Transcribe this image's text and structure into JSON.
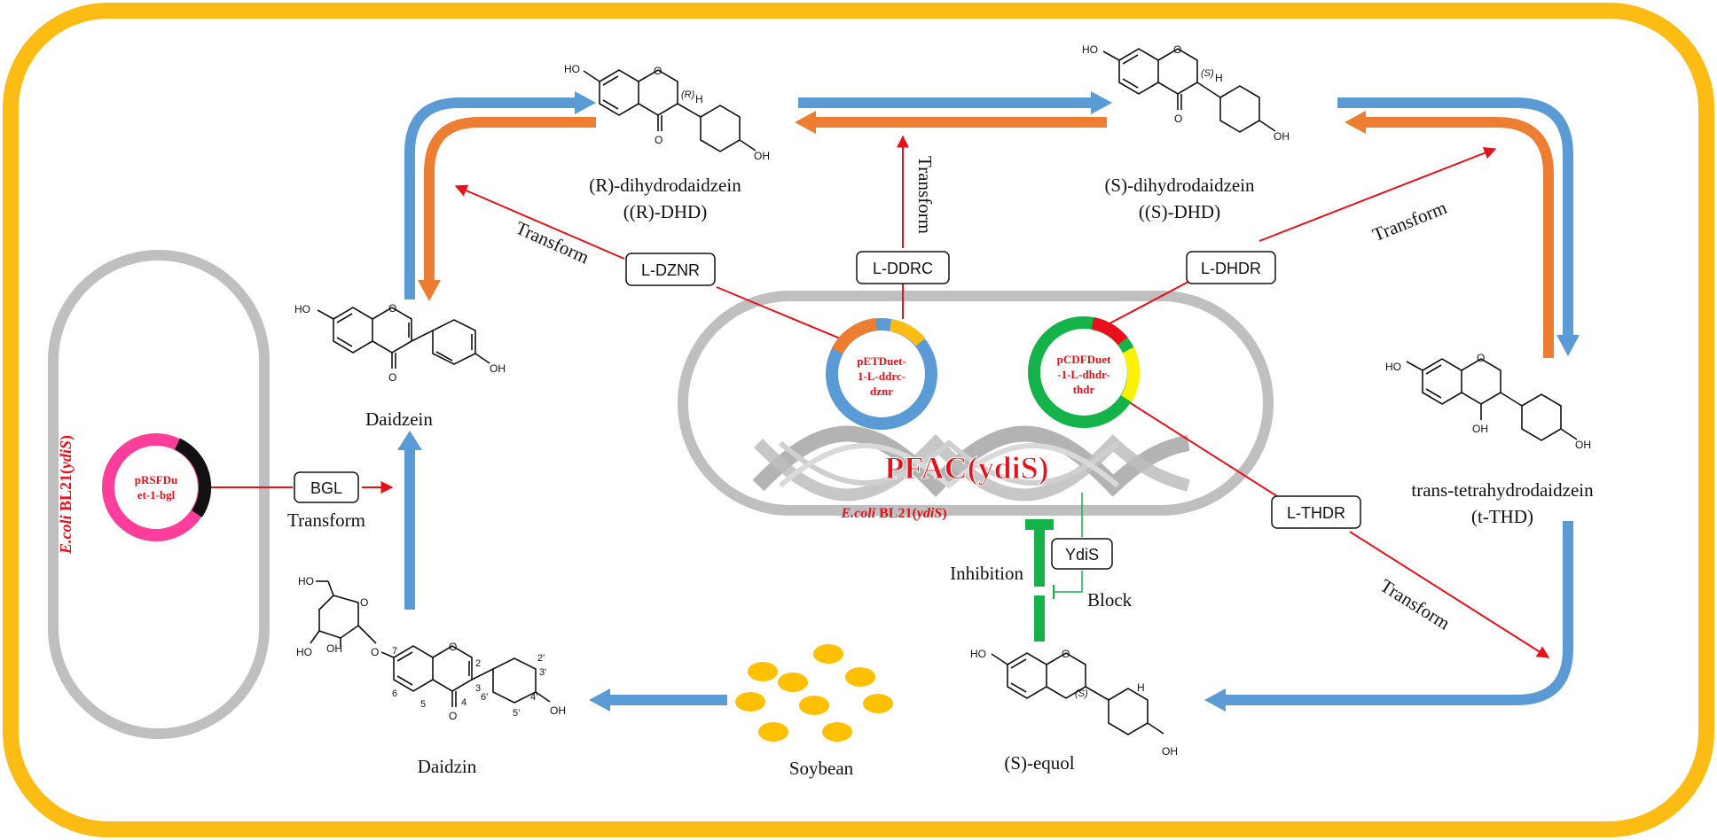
{
  "colors": {
    "cell_border": "#fcbc14",
    "flow_blue": "#5b9bd5",
    "flow_orange": "#ed7d31",
    "transform_red": "#e8101a",
    "inhibition_green": "#13b34a",
    "membrane_grey": "#bfbfbf",
    "soybean": "#ffc000",
    "plasmid_pink": "#ff3d9a"
  },
  "compounds": {
    "daidzin": {
      "name": "Daidzin"
    },
    "daidzein": {
      "name": "Daidzein"
    },
    "r_dhd": {
      "name": "(R)-dihydrodaidzein",
      "abbr": "((R)-DHD)"
    },
    "s_dhd": {
      "name": "(S)-dihydrodaidzein",
      "abbr": "((S)-DHD)"
    },
    "t_thd": {
      "name": "trans-tetrahydrodaidzein",
      "abbr": "(t-THD)"
    },
    "s_equol": {
      "name": "(S)-equol"
    },
    "soybean": {
      "name": "Soybean"
    }
  },
  "enzymes": {
    "bgl": "BGL",
    "dznr": "L-DZNR",
    "ddrc": "L-DDRC",
    "dhdr": "L-DHDR",
    "thdr": "L-THDR",
    "ydis": "YdiS"
  },
  "actions": {
    "transform": "Transform",
    "inhibition": "Inhibition",
    "block": "Block"
  },
  "plasmids": {
    "bgl": {
      "line1": "pRSFDu",
      "line2": "et-1-bgl"
    },
    "dznr": {
      "line1": "pETDuet-",
      "line2": "1-L-ddrc-",
      "line3": "dznr"
    },
    "dhdr": {
      "line1": "pCDFDuet",
      "line2": "-1-L-dhdr-",
      "line3": "thdr"
    }
  },
  "strains": {
    "left": "E.coli BL21(ydiS)",
    "center": "E.coli BL21(ydiS)",
    "genome": "PFAC(ydiS)"
  },
  "atoms": {
    "o": "O",
    "ho": "HO",
    "oh": "OH",
    "h": "H",
    "r": "(R)",
    "s": "(S)"
  },
  "daidzin_numbering": [
    "2",
    "3",
    "4",
    "5",
    "6",
    "7",
    "2'",
    "3'",
    "4'",
    "5'",
    "6'"
  ]
}
